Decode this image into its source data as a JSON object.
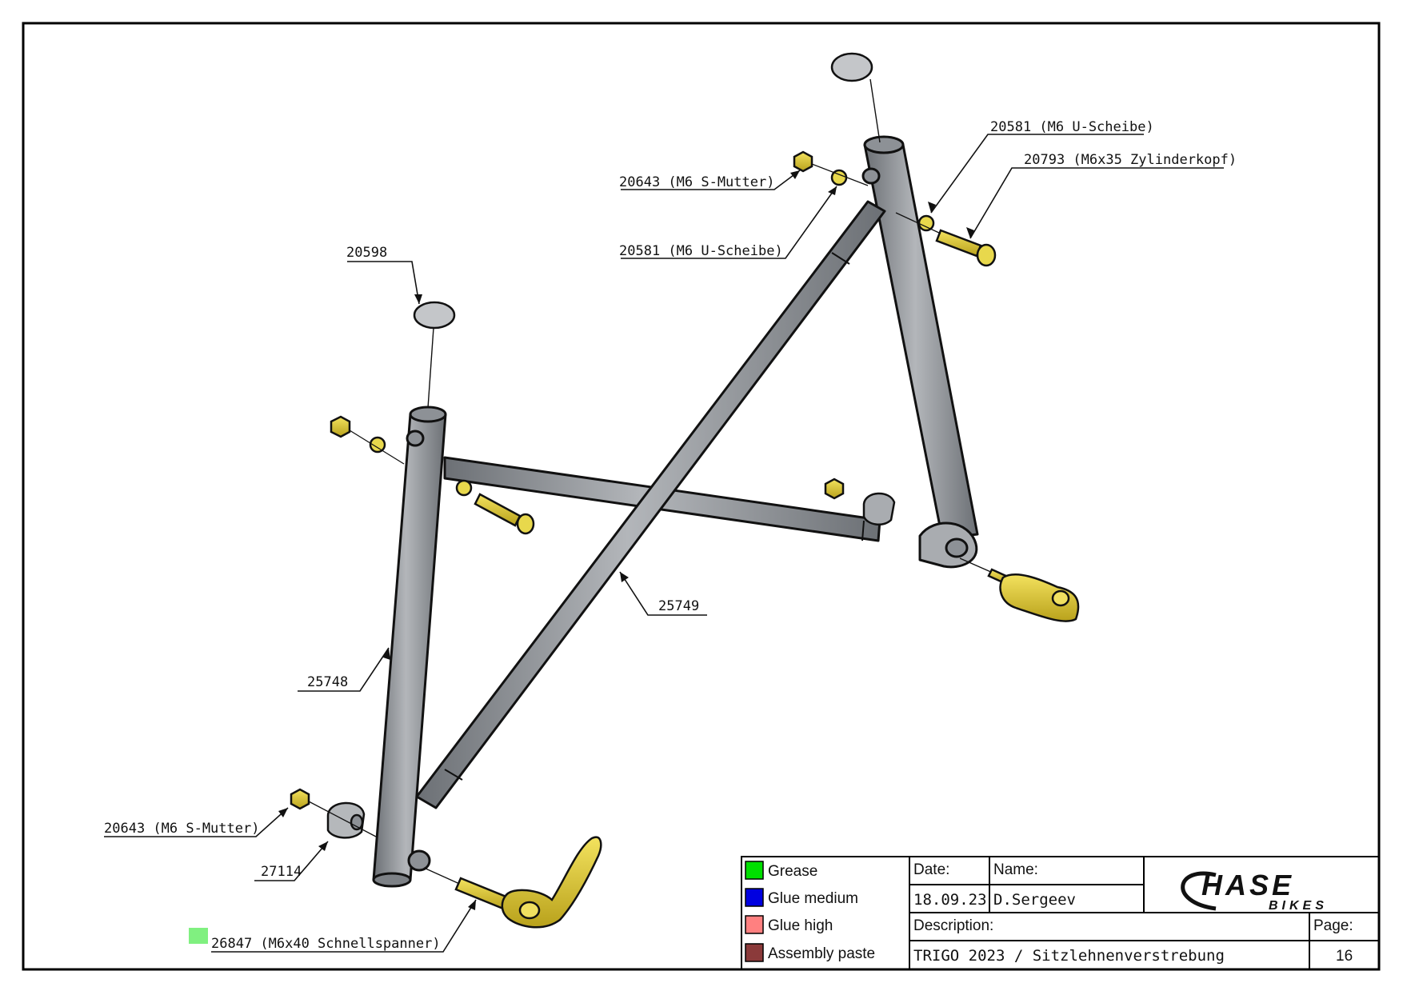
{
  "callouts": {
    "washer_top": "20581 (M6 U-Scheibe)",
    "bolt_top": "20793 (M6x35 Zylinderkopf)",
    "nut_top": "20643 (M6 S-Mutter)",
    "washer_mid": "20581 (M6 U-Scheibe)",
    "cap_left": "20598",
    "tube_diag": "25749",
    "tube_left": "25748",
    "nut_bottom": "20643 (M6 S-Mutter)",
    "spacer": "27114",
    "quick_release": "26847 (M6x40 Schnellspanner)"
  },
  "legend": [
    {
      "label": "Grease",
      "color": "#00e000"
    },
    {
      "label": "Glue medium",
      "color": "#0000e0"
    },
    {
      "label": "Glue high",
      "color": "#ff8080"
    },
    {
      "label": "Assembly paste",
      "color": "#8b3a3a"
    }
  ],
  "quick_release_marker_color": "#80f080",
  "title_block": {
    "date_label": "Date:",
    "date_value": "18.09.23",
    "name_label": "Name:",
    "name_value": "D.Sergeev",
    "description_label": "Description:",
    "description_value": "TRIGO 2023 / Sitzlehnenverstrebung",
    "page_label": "Page:",
    "page_value": "16"
  },
  "logo": {
    "main": "HASE",
    "sub": "BIKES"
  },
  "colors": {
    "tube": "#9a9ea3",
    "tube_dark": "#5e6267",
    "hardware": "#e6d23a",
    "hardware_dark": "#9c8a12",
    "cap": "#c4c6c9"
  }
}
